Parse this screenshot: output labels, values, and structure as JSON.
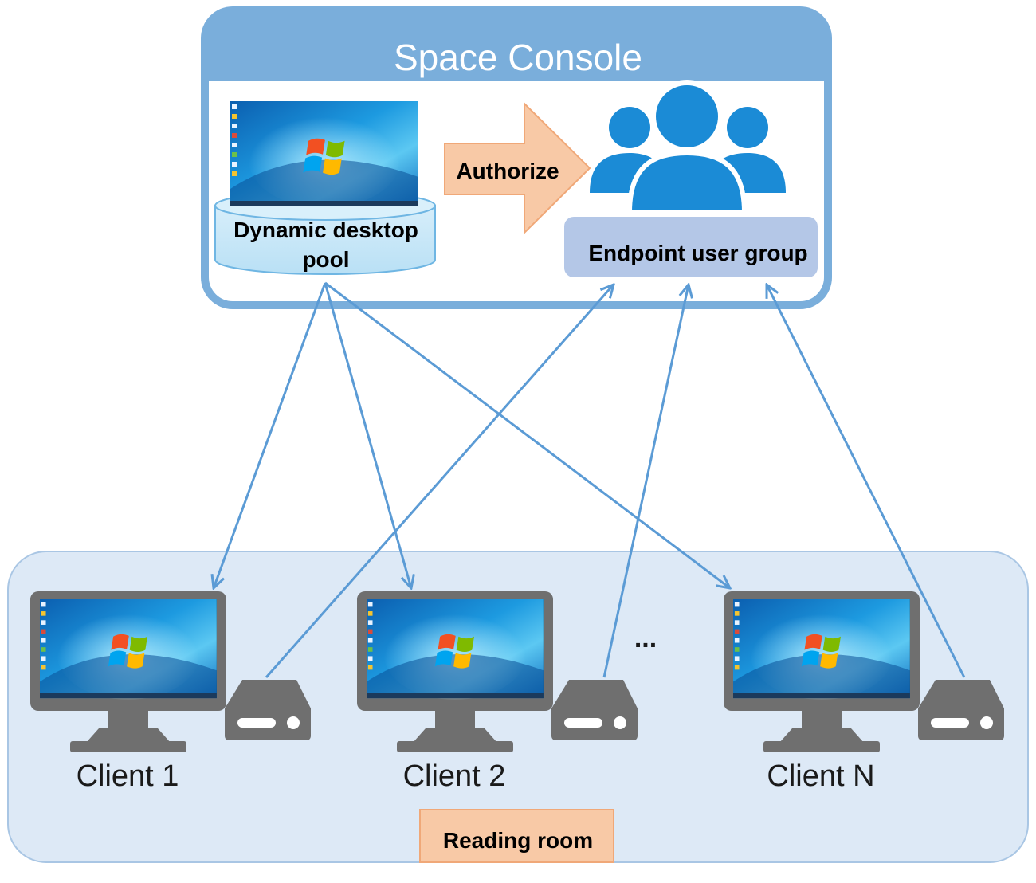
{
  "console": {
    "title": "Space Console"
  },
  "pool": {
    "label_line1": "Dynamic desktop",
    "label_line2": "pool"
  },
  "authorize": {
    "label": "Authorize"
  },
  "user_group": {
    "label": "Endpoint user group"
  },
  "clients": [
    {
      "label": "Client 1"
    },
    {
      "label": "Client 2"
    },
    {
      "label": "Client N"
    }
  ],
  "ellipsis": "...",
  "room": {
    "label": "Reading room"
  },
  "colors": {
    "console_header": "#7aaedb",
    "console_border": "#6fa3d6",
    "connector": "#5b9bd5",
    "arrow_fill": "#f8c9a6",
    "arrow_stroke": "#f0a878",
    "room_fill": "#dde9f6",
    "user_icon": "#1b8bd6",
    "group_label_bg": "#b4c7e7",
    "monitor_body": "#6f6f6f"
  }
}
